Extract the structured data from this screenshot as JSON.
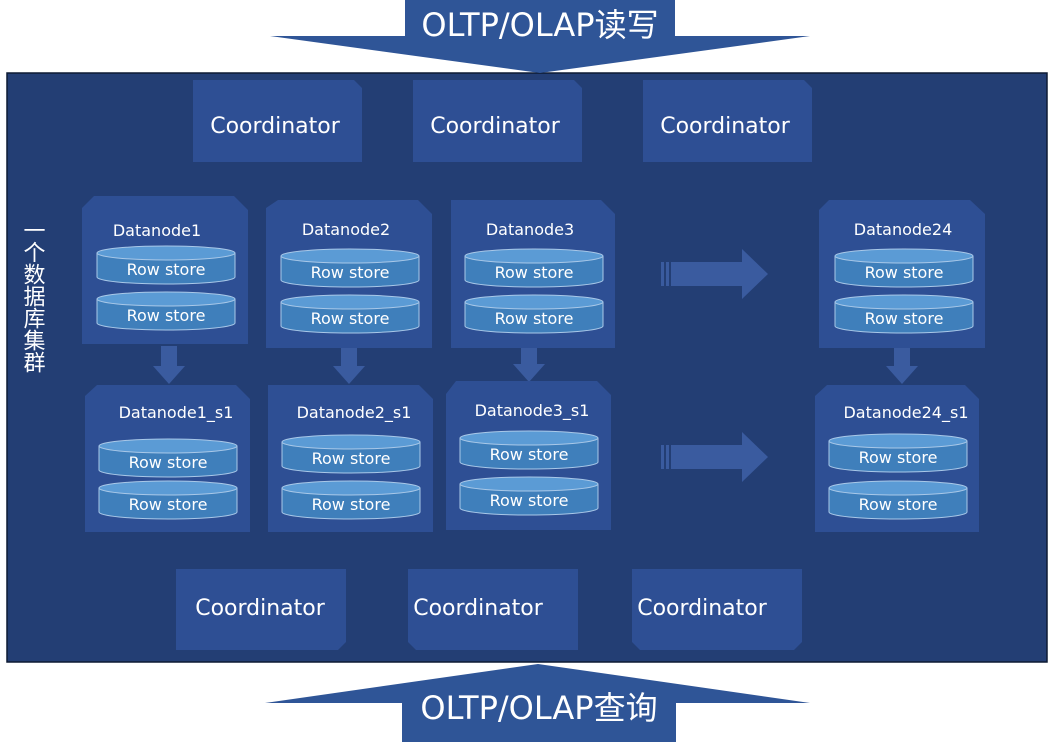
{
  "banners": {
    "top": "OLTP/OLAP读写",
    "bottom": "OLTP/OLAP查询"
  },
  "cluster": {
    "label": "一个数据库集群"
  },
  "coordinators": {
    "top": [
      "Coordinator",
      "Coordinator",
      "Coordinator"
    ],
    "bottom": [
      "Coordinator",
      "Coordinator",
      "Coordinator"
    ]
  },
  "datanodes": [
    {
      "name": "Datanode1",
      "stores": [
        "Row store",
        "Row store"
      ]
    },
    {
      "name": "Datanode2",
      "stores": [
        "Row store",
        "Row store"
      ]
    },
    {
      "name": "Datanode3",
      "stores": [
        "Row store",
        "Row store"
      ]
    },
    {
      "name": "Datanode24",
      "stores": [
        "Row store",
        "Row store"
      ]
    }
  ],
  "standbys": [
    {
      "name": "Datanode1_s1",
      "stores": [
        "Row store",
        "Row store"
      ]
    },
    {
      "name": "Datanode2_s1",
      "stores": [
        "Row store",
        "Row store"
      ]
    },
    {
      "name": "Datanode3_s1",
      "stores": [
        "Row store",
        "Row store"
      ]
    },
    {
      "name": "Datanode24_s1",
      "stores": [
        "Row store",
        "Row store"
      ]
    }
  ],
  "colors": {
    "cluster_bg": "#233e74",
    "node_fill": "#2e4f94",
    "store_fill": "#3f7fbb",
    "store_top": "#5b9bd5",
    "arrow": "#3a5b9f",
    "banner": "#2f5597"
  }
}
